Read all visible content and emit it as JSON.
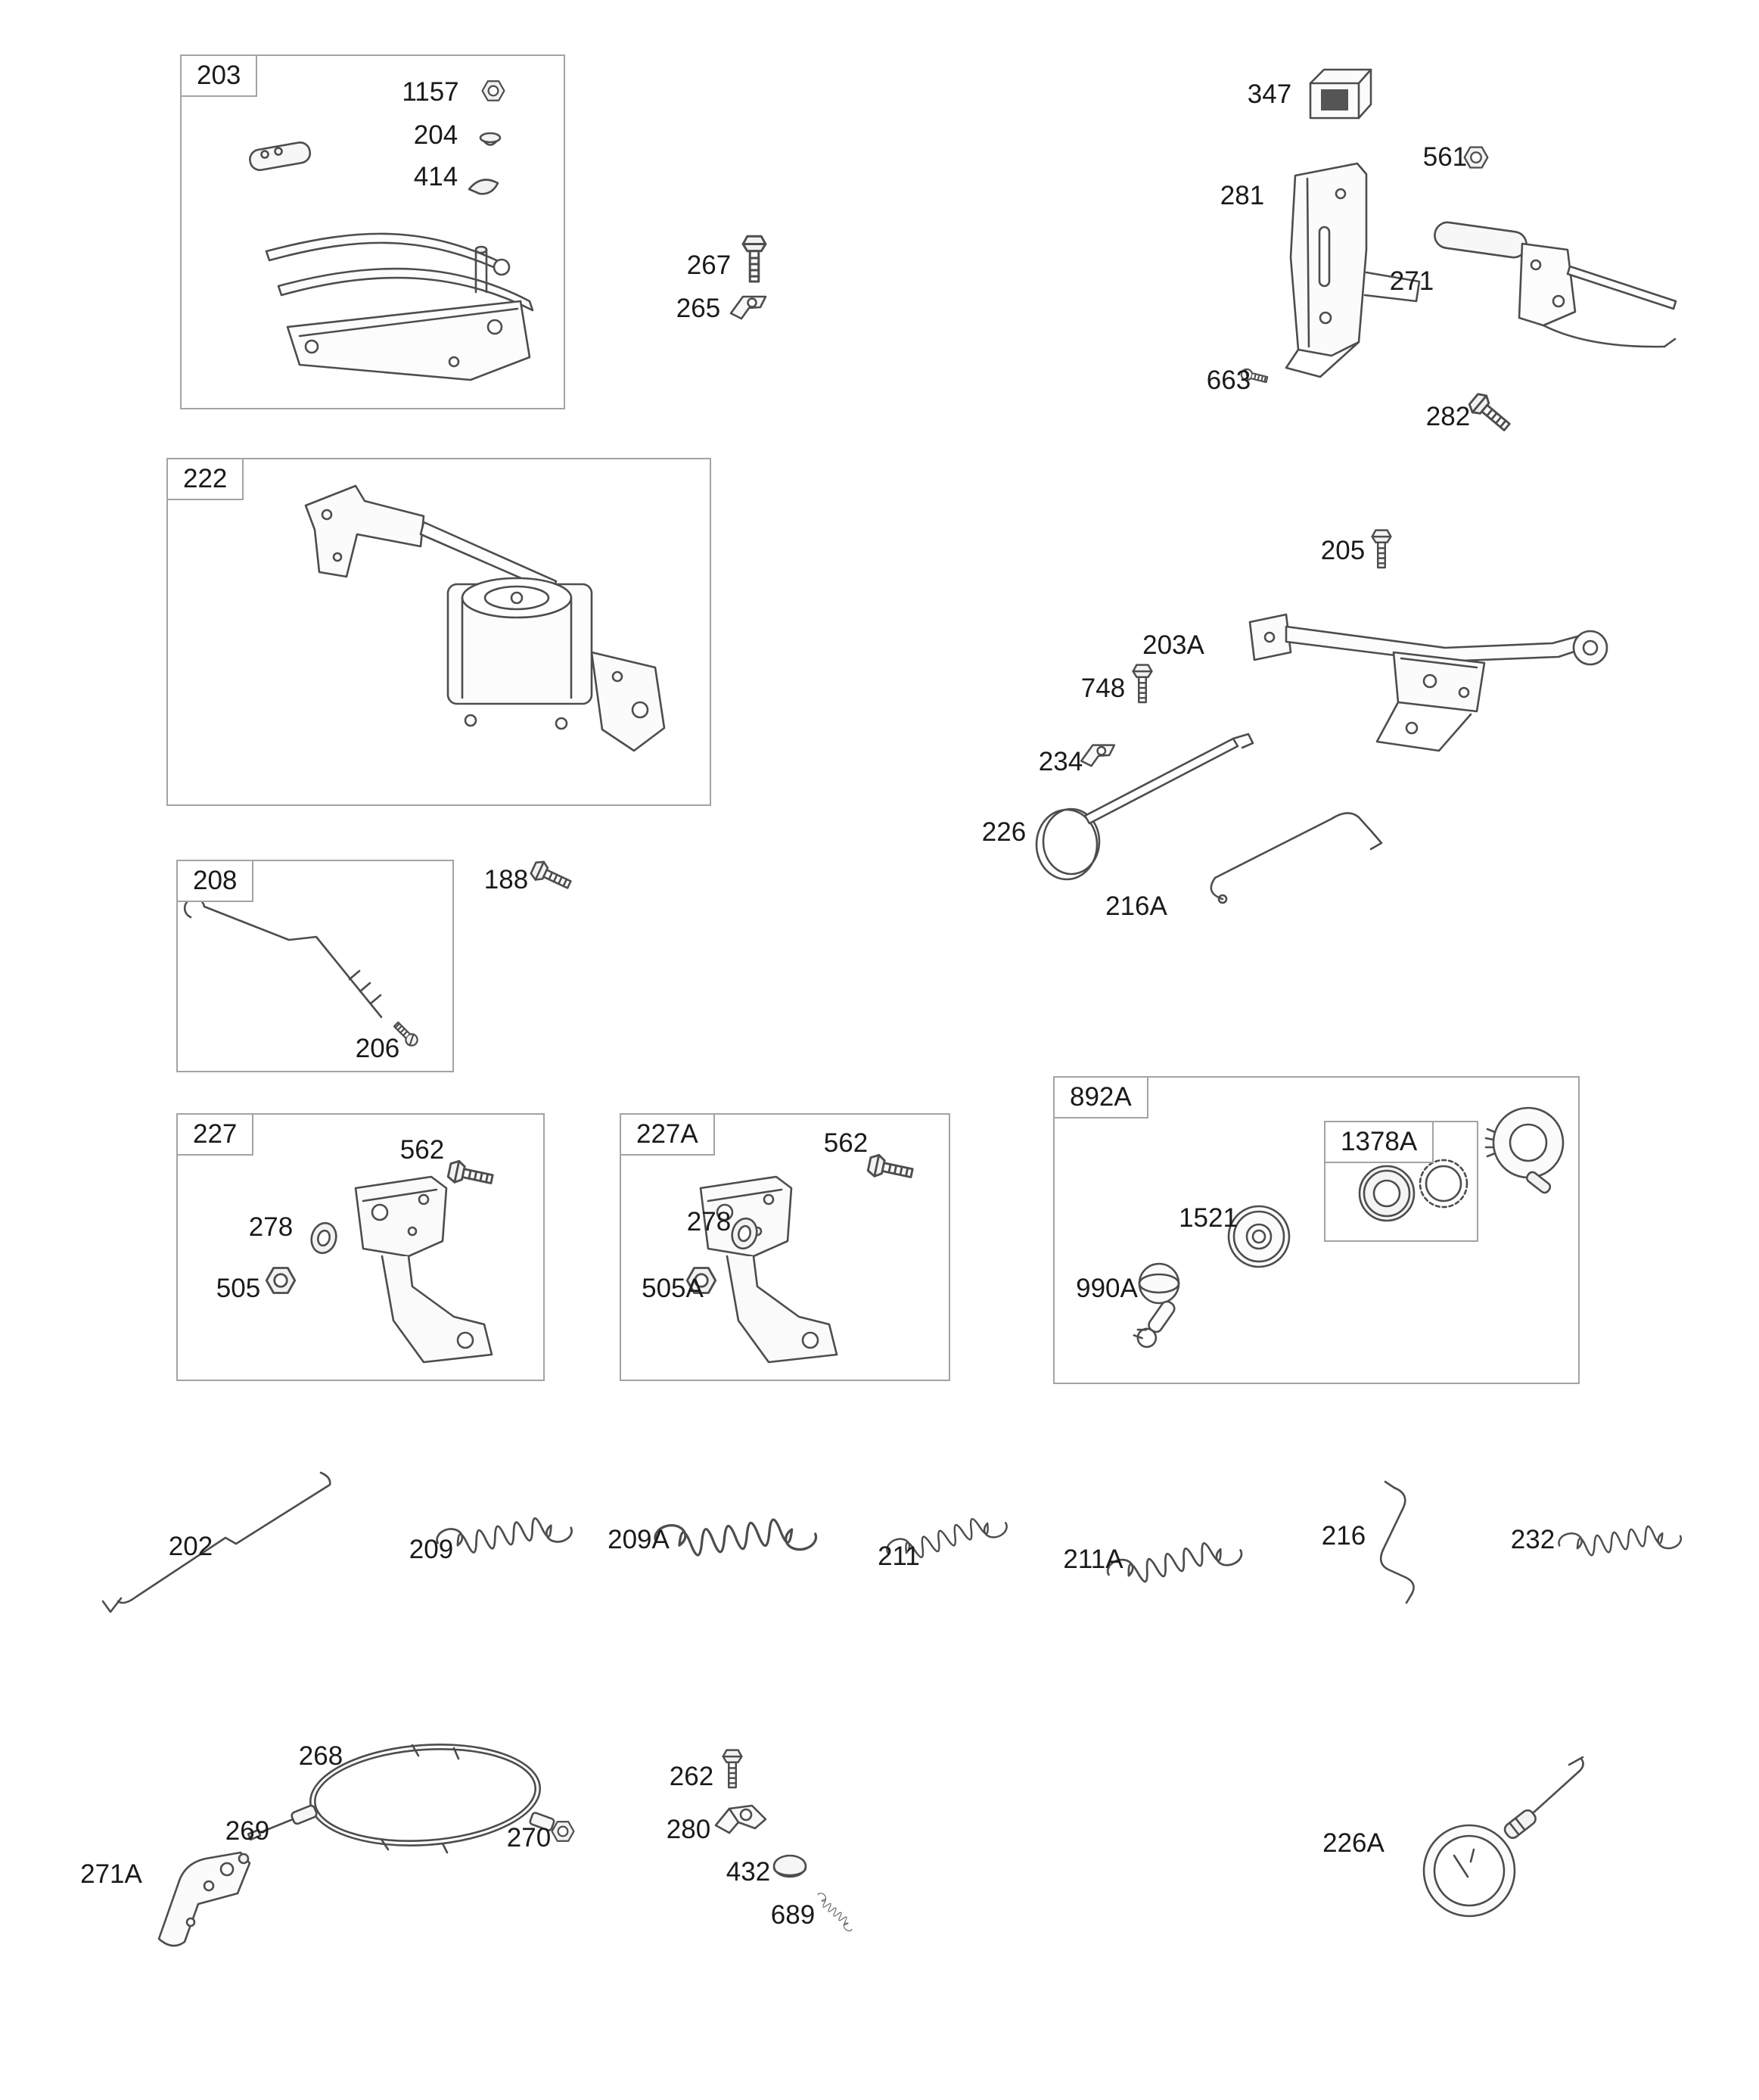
{
  "page": {
    "background": "#ffffff",
    "line_color": "#4d4d4d",
    "box_border_color": "#a3a3a3",
    "text_color": "#1a1a1a"
  },
  "boxes": {
    "b203": "203",
    "b222": "222",
    "b208": "208",
    "b227": "227",
    "b227A": "227A",
    "b892A": "892A",
    "b1378A": "1378A"
  },
  "parts": {
    "n1157": "1157",
    "n204": "204",
    "n414": "414",
    "n267": "267",
    "n265": "265",
    "n347": "347",
    "n561": "561",
    "n281": "281",
    "n271": "271",
    "n663": "663",
    "n282": "282",
    "n205": "205",
    "n203A": "203A",
    "n748": "748",
    "n234": "234",
    "n226": "226",
    "n216A": "216A",
    "n188": "188",
    "n206": "206",
    "n562": "562",
    "n278": "278",
    "n505": "505",
    "n505A": "505A",
    "n1521": "1521",
    "n990A": "990A",
    "n202": "202",
    "n209": "209",
    "n209A": "209A",
    "n211": "211",
    "n211A": "211A",
    "n216": "216",
    "n232": "232",
    "n268": "268",
    "n269": "269",
    "n270": "270",
    "n271A": "271A",
    "n262": "262",
    "n280": "280",
    "n432": "432",
    "n689": "689",
    "n226A": "226A"
  }
}
